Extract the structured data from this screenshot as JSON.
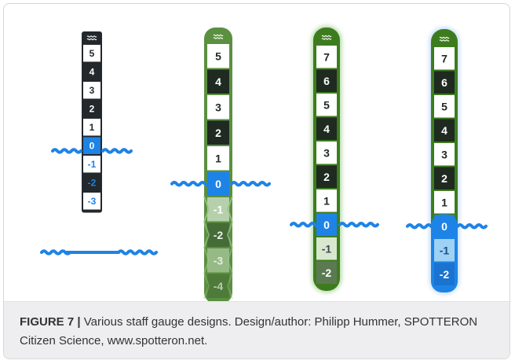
{
  "caption": {
    "label": "FIGURE 7",
    "separator": "|",
    "text": "Various staff gauge designs. Design/author: Philipp Hummer, SPOTTERON Citizen Science, www.spotteron.net."
  },
  "colors": {
    "dark": "#23282d",
    "green": "#3d7c1e",
    "water": "#1e83e6",
    "light_water": "#9fd1f5",
    "white": "#ffffff"
  },
  "gauges": [
    {
      "style": "plain",
      "wave_icon": "wave-icon",
      "marks": [
        "5",
        "4",
        "3",
        "2",
        "1",
        "0",
        "-1",
        "-2",
        "-3"
      ]
    },
    {
      "style": "green-fading-jagged",
      "wave_icon": "wave-icon",
      "marks": [
        "5",
        "4",
        "3",
        "2",
        "1",
        "0",
        "-1",
        "-2",
        "-3",
        "-4"
      ]
    },
    {
      "style": "green-pill",
      "wave_icon": "wave-icon",
      "marks": [
        "7",
        "6",
        "5",
        "4",
        "3",
        "2",
        "1",
        "0",
        "-1",
        "-2"
      ]
    },
    {
      "style": "green-pill-blue-underwater",
      "wave_icon": "wave-icon",
      "marks": [
        "7",
        "6",
        "5",
        "4",
        "3",
        "2",
        "1",
        "0",
        "-1",
        "-2"
      ]
    }
  ]
}
